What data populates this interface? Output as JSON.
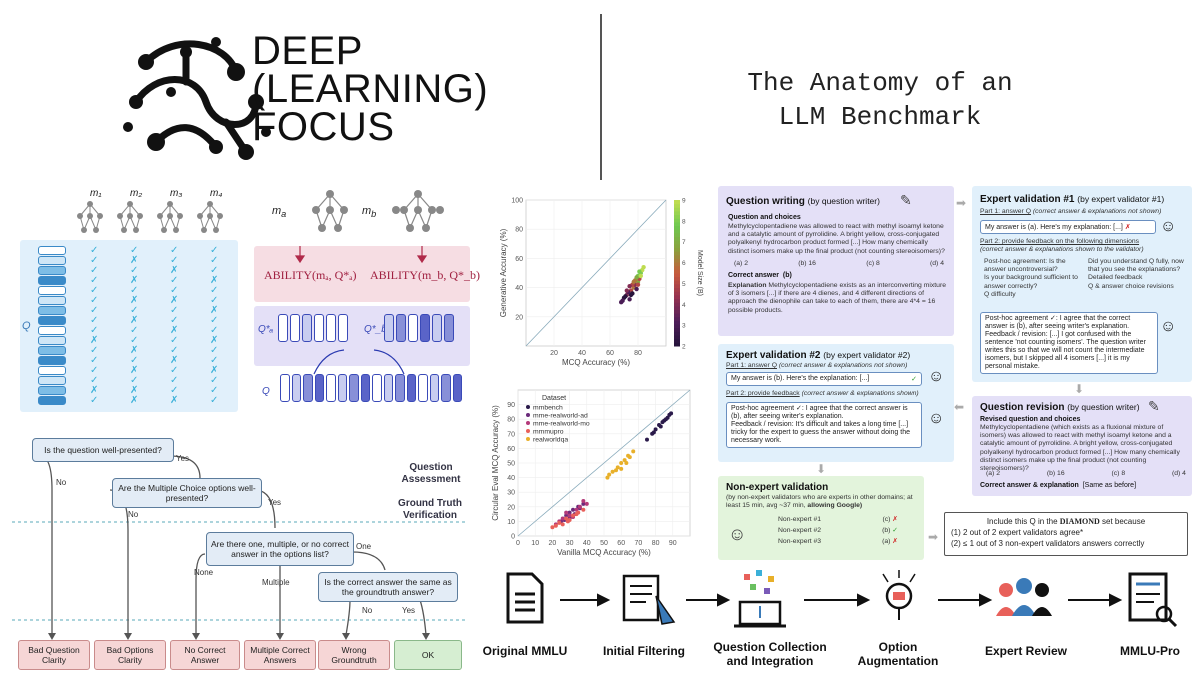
{
  "logo": {
    "line1": "DEEP",
    "line2": "(LEARNING)",
    "line3": "FOCUS"
  },
  "title": {
    "line1": "The Anatomy of an",
    "line2": "LLM Benchmark"
  },
  "models_left": {
    "labels": [
      "m₁",
      "m₂",
      "m₃",
      "m₄"
    ],
    "q_label": "Q",
    "marks": [
      [
        "✓",
        "✓",
        "✓",
        "✓"
      ],
      [
        "✓",
        "✗",
        "✓",
        "✓"
      ],
      [
        "✓",
        "✓",
        "✗",
        "✓"
      ],
      [
        "✓",
        "✗",
        "✓",
        "✗"
      ],
      [
        "✓",
        "✓",
        "✓",
        "✓"
      ],
      [
        "✓",
        "✗",
        "✗",
        "✓"
      ],
      [
        "✓",
        "✓",
        "✓",
        "✗"
      ],
      [
        "✓",
        "✗",
        "✓",
        "✓"
      ],
      [
        "✓",
        "✓",
        "✗",
        "✓"
      ],
      [
        "✗",
        "✓",
        "✓",
        "✗"
      ],
      [
        "✓",
        "✗",
        "✓",
        "✓"
      ],
      [
        "✓",
        "✓",
        "✗",
        "✓"
      ],
      [
        "✓",
        "✗",
        "✓",
        "✗"
      ],
      [
        "✓",
        "✓",
        "✓",
        "✓"
      ],
      [
        "✗",
        "✗",
        "✓",
        "✓"
      ],
      [
        "✓",
        "✗",
        "✗",
        "✓"
      ]
    ]
  },
  "ability": {
    "ma": "m",
    "ma_sub": "a",
    "mb": "m",
    "mb_sub": "b",
    "a_text": "ABILITY(",
    "a_args": "mₐ, Q*ₐ)",
    "b_args": "m_b, Q*_b)",
    "qa": "Q*ₐ",
    "qb": "Q*_b",
    "q": "Q"
  },
  "flowchart": {
    "q1": "Is the question well-presented?",
    "q2": "Are the Multiple Choice options well-presented?",
    "q3": "Are there one, multiple, or no correct answer in the options list?",
    "q4": "Is the correct answer the same as the groundtruth answer?",
    "yes": "Yes",
    "no": "No",
    "none": "None",
    "multiple": "Multiple",
    "one": "One",
    "section1": "Question Assessment",
    "section2": "Ground Truth Verification",
    "outcomes": [
      "Bad Question Clarity",
      "Bad Options Clarity",
      "No Correct Answer",
      "Multiple Correct Answers",
      "Wrong Groundtruth",
      "OK"
    ]
  },
  "chart_data": [
    {
      "type": "scatter",
      "title": "",
      "xlabel": "MCQ Accuracy (%)",
      "ylabel": "Generative Accuracy (%)",
      "xlim": [
        0,
        100
      ],
      "ylim": [
        0,
        100
      ],
      "xticks": [
        20,
        40,
        60,
        80
      ],
      "yticks": [
        20,
        40,
        60,
        80,
        100
      ],
      "colorbar_label": "Model Size (B)",
      "colorbar_ticks": [
        2,
        3,
        4,
        5,
        6,
        7,
        8,
        9
      ],
      "series": [
        {
          "points": [
            [
              68,
              30,
              3
            ],
            [
              70,
              33,
              2
            ],
            [
              72,
              35,
              4
            ],
            [
              74,
              32,
              3
            ],
            [
              75,
              38,
              5
            ],
            [
              76,
              36,
              2
            ],
            [
              77,
              40,
              6
            ],
            [
              78,
              42,
              4
            ],
            [
              79,
              39,
              3
            ],
            [
              80,
              44,
              7
            ],
            [
              81,
              46,
              5
            ],
            [
              80,
              48,
              8
            ],
            [
              82,
              50,
              8
            ],
            [
              83,
              52,
              9
            ],
            [
              78,
              45,
              6
            ],
            [
              76,
              42,
              5
            ],
            [
              73,
              37,
              3
            ],
            [
              71,
              34,
              2
            ],
            [
              79,
              47,
              7
            ],
            [
              82,
              48,
              9
            ],
            [
              74,
              41,
              4
            ],
            [
              77,
              44,
              6
            ],
            [
              84,
              54,
              9
            ],
            [
              81,
              51,
              8
            ],
            [
              75,
              35,
              2
            ],
            [
              69,
              31,
              3
            ],
            [
              72,
              38,
              4
            ],
            [
              80,
              42,
              5
            ]
          ]
        }
      ]
    },
    {
      "type": "scatter",
      "title": "",
      "xlabel": "Vanilla MCQ Accuracy (%)",
      "ylabel": "Circular Eval MCQ Accuracy (%)",
      "xlim": [
        0,
        100
      ],
      "ylim": [
        0,
        100
      ],
      "xticks": [
        0,
        10,
        20,
        30,
        40,
        50,
        60,
        70,
        80,
        90
      ],
      "yticks": [
        0,
        10,
        20,
        30,
        40,
        50,
        60,
        70,
        80,
        90
      ],
      "legend_title": "Dataset",
      "legend_position": "top-left",
      "series": [
        {
          "name": "mmbench",
          "color": "#2a1a4a",
          "points": [
            [
              75,
              66
            ],
            [
              78,
              70
            ],
            [
              80,
              73
            ],
            [
              82,
              76
            ],
            [
              85,
              79
            ],
            [
              87,
              81
            ],
            [
              88,
              83
            ],
            [
              84,
              78
            ],
            [
              79,
              71
            ],
            [
              86,
              80
            ],
            [
              83,
              75
            ],
            [
              89,
              84
            ]
          ]
        },
        {
          "name": "mme-realworld-ad",
          "color": "#6a2a7a",
          "points": [
            [
              25,
              10
            ],
            [
              28,
              14
            ],
            [
              30,
              16
            ],
            [
              32,
              18
            ],
            [
              35,
              20
            ],
            [
              38,
              22
            ],
            [
              30,
              12
            ],
            [
              27,
              11
            ],
            [
              33,
              15
            ],
            [
              36,
              19
            ]
          ]
        },
        {
          "name": "mme-realworld-mo",
          "color": "#b43a7a",
          "points": [
            [
              22,
              8
            ],
            [
              26,
              12
            ],
            [
              30,
              14
            ],
            [
              34,
              18
            ],
            [
              38,
              24
            ],
            [
              40,
              22
            ],
            [
              28,
              16
            ],
            [
              24,
              10
            ],
            [
              36,
              20
            ],
            [
              32,
              13
            ]
          ]
        },
        {
          "name": "mmmupro",
          "color": "#e8605a",
          "points": [
            [
              20,
              6
            ],
            [
              24,
              9
            ],
            [
              28,
              12
            ],
            [
              32,
              14
            ],
            [
              26,
              8
            ],
            [
              30,
              11
            ],
            [
              35,
              16
            ],
            [
              22,
              7
            ],
            [
              38,
              18
            ],
            [
              34,
              15
            ],
            [
              29,
              10
            ]
          ]
        },
        {
          "name": "realworldqa",
          "color": "#e8b02a",
          "points": [
            [
              52,
              40
            ],
            [
              55,
              44
            ],
            [
              58,
              47
            ],
            [
              60,
              50
            ],
            [
              62,
              52
            ],
            [
              65,
              54
            ],
            [
              57,
              45
            ],
            [
              63,
              50
            ],
            [
              67,
              58
            ],
            [
              53,
              42
            ],
            [
              60,
              46
            ],
            [
              64,
              55
            ]
          ]
        }
      ]
    }
  ],
  "gpqa": {
    "writing": {
      "title": "Question writing",
      "by": "(by question writer)",
      "qc": "Question and choices",
      "text": "Methylcyclopentadiene was allowed to react with methyl isoamyl ketone and a catalytic amount of pyrrolidine. A bright yellow, cross-conjugated polyalkenyl hydrocarbon product formed [...] How many chemically distinct isomers make up the final product (not counting stereoisomers)?",
      "choices": [
        "(a)  2",
        "(b)  16",
        "(c)  8",
        "(d)  4"
      ],
      "correct": "Correct answer",
      "correct_val": "(b)",
      "explanation_label": "Explanation",
      "explanation": "Methylcyclopentadiene exists as an interconverting mixture of 3 isomers [...] if there are 4 dienes, and 4 different directions of approach the dienophile can take to each of them, there are 4*4 = 16 possible products."
    },
    "ev1": {
      "title": "Expert validation #1",
      "by": "(by expert validator #1)",
      "p1": "Part 1: answer Q",
      "p1n": "(correct answer & explanations not shown)",
      "msg1": "My answer is (a). Here's my explanation: [...]",
      "p2": "Part 2: provide feedback on the following dimensions",
      "p2n": "(correct answer & explanations shown to the validator)",
      "bul": [
        "Post-hoc agreement: Is the answer uncontroversial?",
        "Is your background sufficient to answer correctly?",
        "Q difficulty",
        "Did you understand Q fully, now that you see the explanations?",
        "Detailed feedback",
        "Q & answer choice revisions"
      ],
      "msg2a": "Post-hoc agreement ✓: I agree that the correct answer is (b), after seeing writer's explanation.",
      "msg2b": "Feedback / revision: [...] I got confused with the sentence 'not counting isomers'. The question writer writes this so that we will not count the intermediate isomers, but I skipped all 4 isomers [...] it is my personal mistake."
    },
    "ev2": {
      "title": "Expert validation #2",
      "by": "(by expert validator #2)",
      "p1": "Part 1: answer Q",
      "p1n": "(correct answer & explanations not shown)",
      "msg1": "My answer is (b). Here's the explanation: [...]",
      "p2": "Part 2: provide feedback",
      "p2n": "(correct answer & explanations shown)",
      "msg2a": "Post-hoc agreement ✓: I agree that the correct answer is (b), after seeing writer's explanation.",
      "msg2b": "Feedback / revision: It's difficult and takes a long time [...] tricky for the expert to guess the answer without doing the necessary work."
    },
    "rev": {
      "title": "Question revision",
      "by": "(by question writer)",
      "qc": "Revised question and choices",
      "text": "Methylcyclopentadiene (which exists as a fluxional mixture of isomers) was allowed to react with methyl isoamyl ketone and a catalytic amount of pyrrolidine. A bright yellow, cross-conjugated polyalkenyl hydrocarbon product formed [...] How many chemically distinct isomers make up the final product (not counting stereoisomers)?",
      "choices": [
        "(a)  2",
        "(b)  16",
        "(c)  8",
        "(d)  4"
      ],
      "correct": "Correct answer & explanation",
      "same": "[Same as before]"
    },
    "nonexp": {
      "title": "Non-expert validation",
      "by": "(by non-expert validators who are experts in other domains; at least 15 min, avg ~37 min,",
      "google": "allowing Google)",
      "rows": [
        [
          "Non-expert #1",
          "(c)",
          "✗"
        ],
        [
          "Non-expert #2",
          "(b)",
          "✓"
        ],
        [
          "Non-expert #3",
          "(a)",
          "✗"
        ]
      ]
    },
    "diamond": {
      "line0a": "Include this Q in the",
      "line0b": "DIAMOND",
      "line0c": "set because",
      "line1": "(1)   2 out of 2 expert validators agree*",
      "line2": "(2)   ≤ 1 out of 3 non-expert validators answers correctly"
    }
  },
  "pipeline": [
    "Original MMLU",
    "Initial Filtering",
    "Question Collection and Integration",
    "Option Augmentation",
    "Expert Review",
    "MMLU-Pro"
  ],
  "colors": {
    "accent_blue": "#3bb0d8",
    "panel_blue": "#e1f0fb",
    "panel_pink": "#f6dde3",
    "panel_purple": "#e4e0f7",
    "panel_green": "#e3f4dc"
  }
}
